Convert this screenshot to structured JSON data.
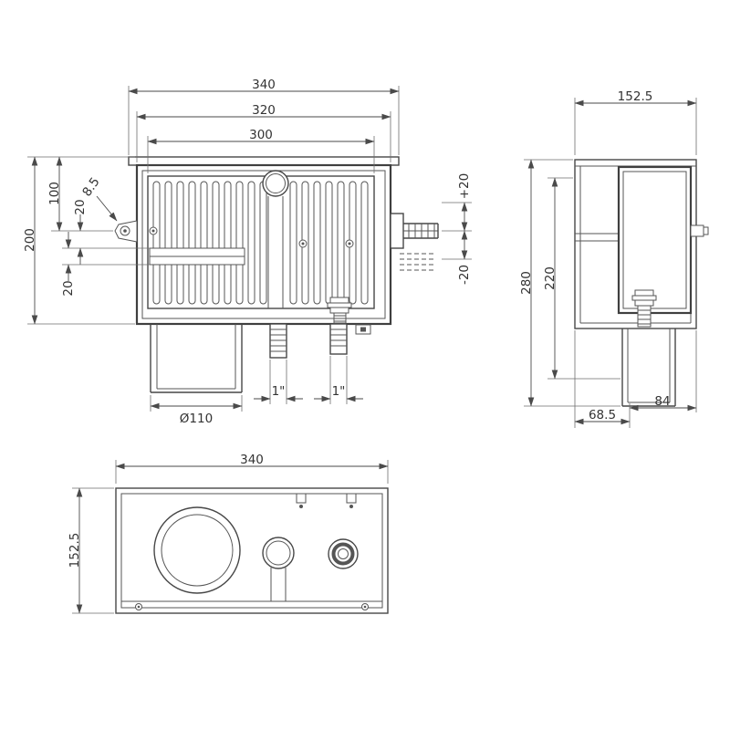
{
  "drawing": {
    "front_view": {
      "dim_340": "340",
      "dim_320": "320",
      "dim_300": "300",
      "dim_200": "200",
      "dim_100": "100",
      "dim_20_upper": "20",
      "dim_20_lower": "20",
      "dim_8_5": "8.5",
      "dim_plus_20": "+20",
      "dim_minus_20": "-20",
      "dim_dia_110": "Ø110",
      "dim_1inch_left": "1\"",
      "dim_1inch_right": "1\""
    },
    "side_view": {
      "dim_152_5": "152.5",
      "dim_280": "280",
      "dim_220": "220",
      "dim_68_5": "68.5",
      "dim_84": "84"
    },
    "bottom_view": {
      "dim_340": "340",
      "dim_152_5": "152.5"
    }
  }
}
